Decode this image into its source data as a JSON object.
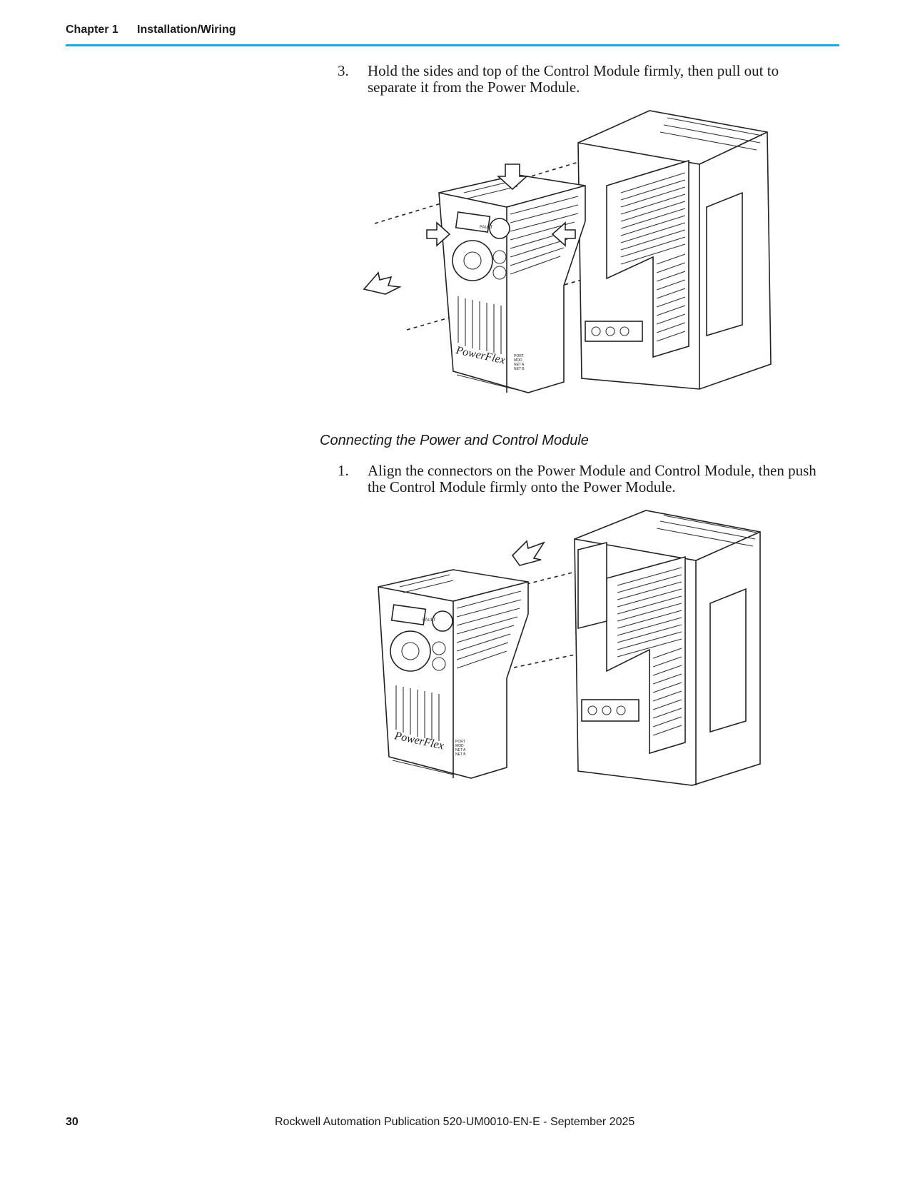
{
  "header": {
    "chapter": "Chapter 1",
    "section": "Installation/Wiring",
    "accent_color": "#17a9e1"
  },
  "step_separate": {
    "number": "3.",
    "text": "Hold the sides and top of the Control Module firmly, then pull out to separate it from the Power Module."
  },
  "subheading": "Connecting the Power and Control Module",
  "step_connect": {
    "number": "1.",
    "text": "Align the connectors on the Power Module and Control Module, then push the Control Module firmly onto the Power Module."
  },
  "figure_1": {
    "brand": "PowerFlex",
    "fault_label": "FAULT",
    "status_labels": [
      "PORT",
      "MOD",
      "NET A",
      "NET B"
    ]
  },
  "figure_2": {
    "brand": "PowerFlex",
    "fault_label": "FAULT",
    "status_labels": [
      "PORT",
      "MOD",
      "NET A",
      "NET B"
    ]
  },
  "footer": {
    "page_number": "30",
    "publication": "Rockwell Automation Publication 520-UM0010-EN-E - September 2025"
  }
}
